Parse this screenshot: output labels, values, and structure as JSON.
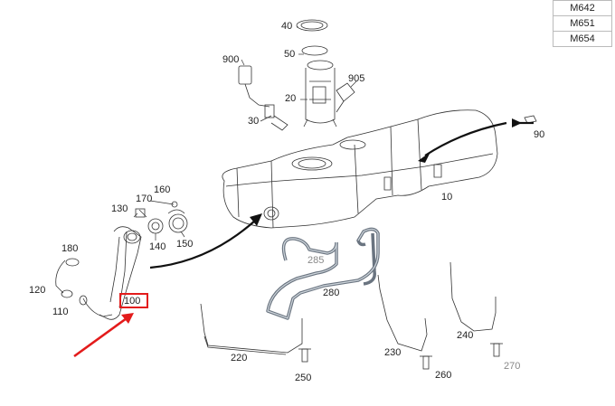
{
  "engine_variants": [
    "M642",
    "M651",
    "M654"
  ],
  "highlight_color": "#e31b1b",
  "highlighted_part": "100",
  "callouts": {
    "p40": "40",
    "p50": "50",
    "p900": "900",
    "p905": "905",
    "p20": "20",
    "p30": "30",
    "p90": "90",
    "p10": "10",
    "p160": "160",
    "p170": "170",
    "p130": "130",
    "p140": "140",
    "p150": "150",
    "p180": "180",
    "p120": "120",
    "p110": "110",
    "p285": "285",
    "p280": "280",
    "p220": "220",
    "p250": "250",
    "p230": "230",
    "p260": "260",
    "p240": "240",
    "p270": "270"
  }
}
